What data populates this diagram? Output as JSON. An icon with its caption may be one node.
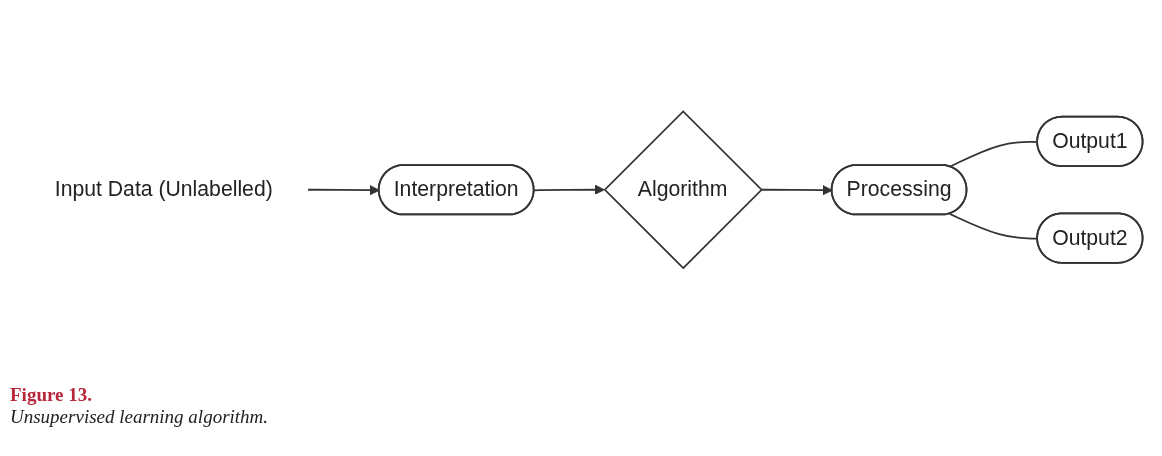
{
  "diagram": {
    "caption": "Unsupervised learning algorithm.",
    "nodes": [
      {
        "text": [
          "Input Data (Unlabelled)"
        ]
      },
      {
        "text": [
          "Interpretation"
        ]
      },
      {
        "text": [
          "Algorithm"
        ]
      },
      {
        "text": [
          "Processing"
        ]
      },
      {
        "text": [
          "Output1"
        ]
      },
      {
        "text": [
          "Output2"
        ]
      }
    ],
    "edges": [
      {
        "from": 0,
        "to": 1,
        "arrow": "to"
      },
      {
        "from": 1,
        "to": 2,
        "arrow": "to"
      },
      {
        "from": 2,
        "to": 3,
        "arrow": "to"
      },
      {
        "from": 3,
        "to": 4,
        "arrow": "none"
      },
      {
        "from": 3,
        "to": 5,
        "arrow": "none"
      }
    ],
    "labels": [
      "Figure 13."
    ]
  }
}
